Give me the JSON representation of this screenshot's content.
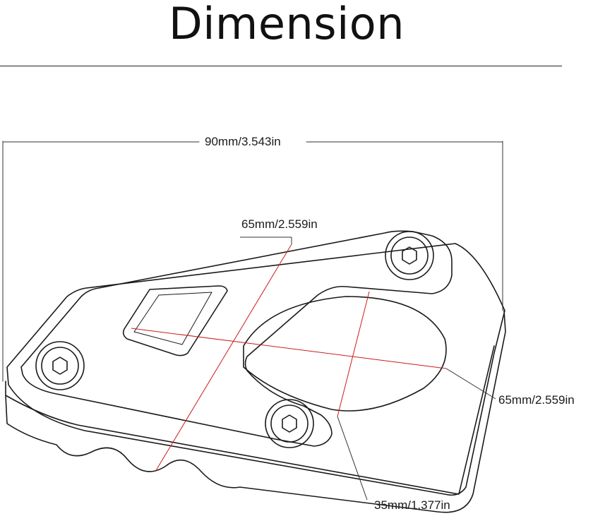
{
  "title": "Dimension",
  "dimensions": {
    "overall_width": "90mm/3.543in",
    "diagonal_top": "65mm/2.559in",
    "diagonal_right": "65mm/2.559in",
    "hole_width": "35mm/1.377in"
  },
  "colors": {
    "outline": "#1a1a1a",
    "measure_line": "#c81e1e",
    "dimension_line": "#333333"
  },
  "icons": [
    "hex-bolt-icon",
    "hex-bolt-icon",
    "hex-bolt-icon"
  ]
}
